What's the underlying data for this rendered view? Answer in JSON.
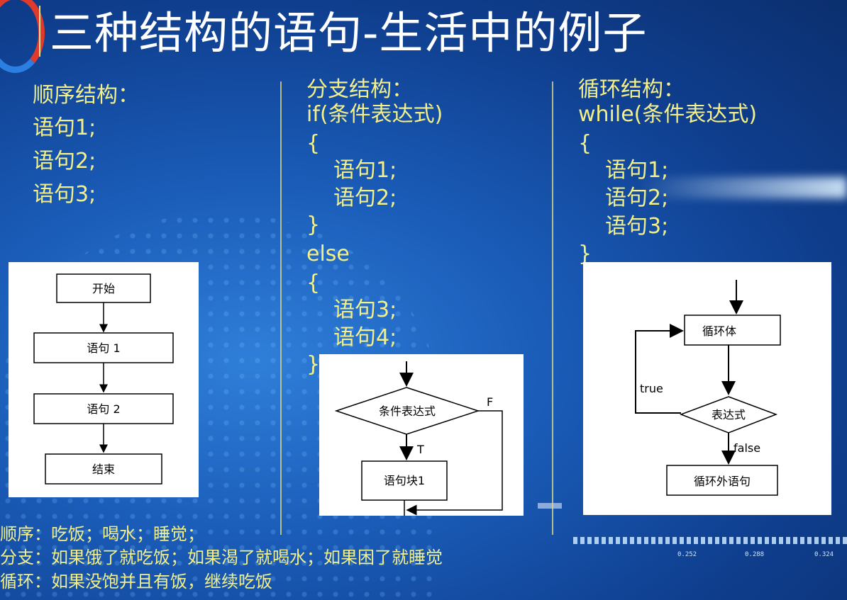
{
  "title": "三种结构的语句-生活中的例子",
  "sequence": {
    "heading": "顺序结构：",
    "lines": [
      "语句1;",
      "语句2;",
      "语句3;"
    ],
    "flow": {
      "start": "开始",
      "stmt1": "语句 1",
      "stmt2": "语句 2",
      "end": "结束"
    }
  },
  "branch": {
    "heading": "分支结构：",
    "lines": [
      "if(条件表达式)",
      "{",
      "语句1;",
      "语句2;",
      "}",
      "else",
      "{",
      "语句3;",
      "语句4;",
      "}"
    ],
    "flow": {
      "condition": "条件表达式",
      "true_label": "T",
      "false_label": "F",
      "block": "语句块1"
    }
  },
  "loop": {
    "heading": "循环结构：",
    "lines": [
      "while(条件表达式)",
      "{",
      "语句1;",
      "语句2;",
      "语句3;",
      "}"
    ],
    "flow": {
      "body": "循环体",
      "condition": "表达式",
      "true_label": "true",
      "false_label": "false",
      "after": "循环外语句"
    }
  },
  "examples": {
    "sequence": "顺序：吃饭；喝水；睡觉；",
    "branch": "分支：如果饿了就吃饭；如果渴了就喝水；如果困了就睡觉",
    "loop": "循环：如果没饱并且有饭，继续吃饭"
  },
  "decor_ticks": [
    "0.252",
    "0.288",
    "0.324"
  ],
  "colors": {
    "text": "#f3f08a",
    "title": "#ffffff",
    "panel": "#ffffff"
  }
}
